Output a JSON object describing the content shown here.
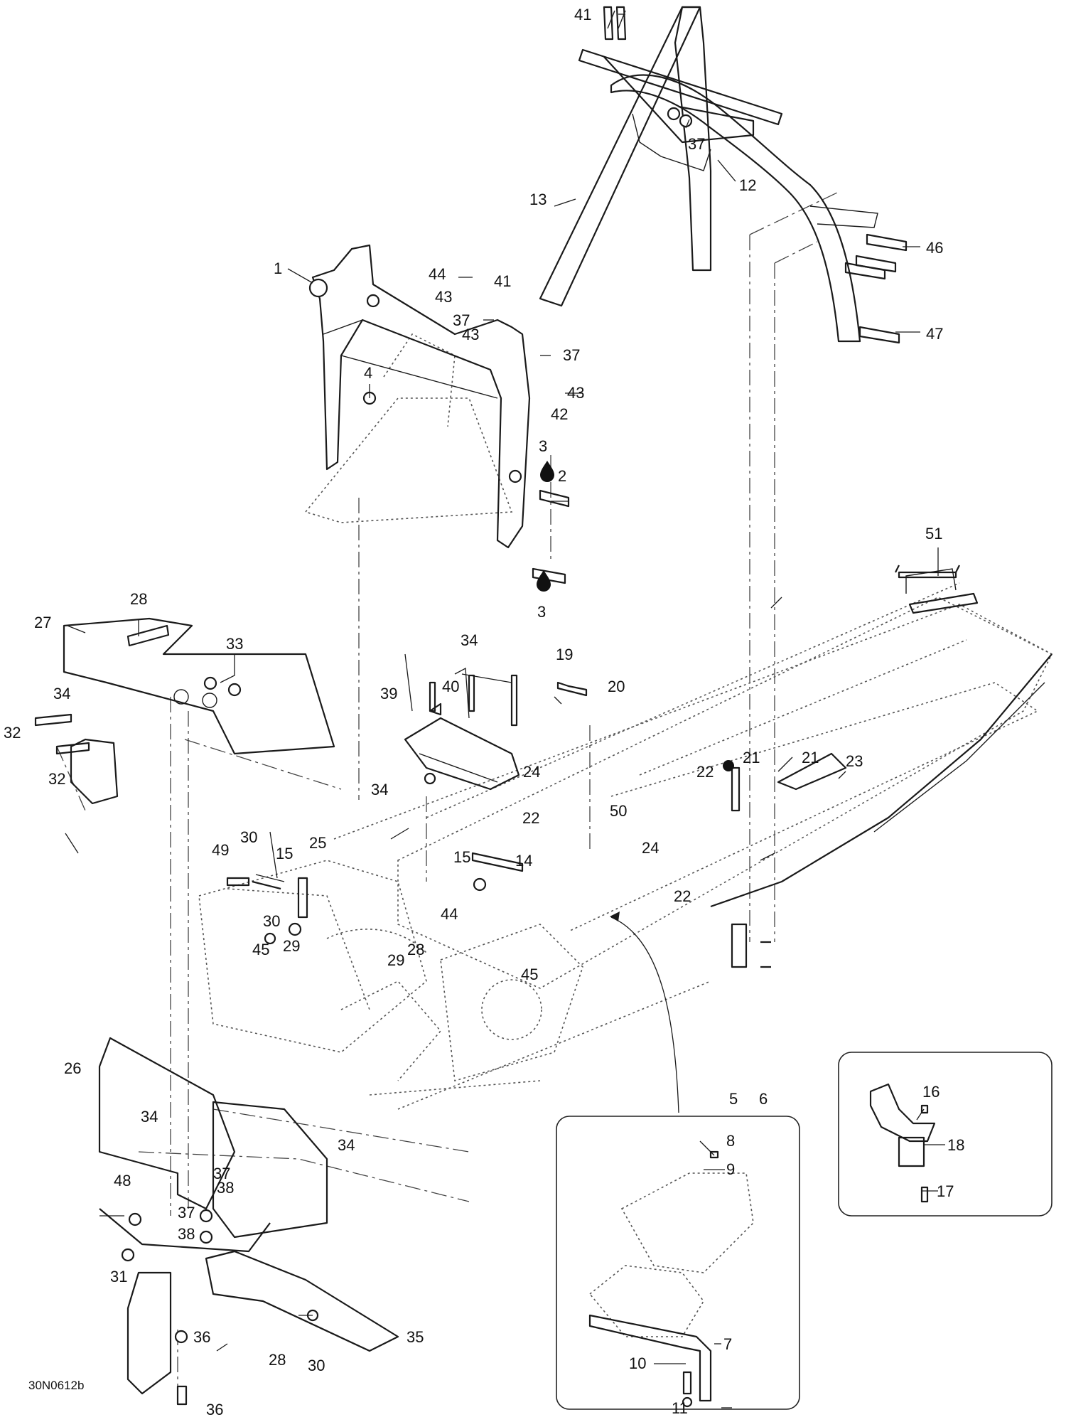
{
  "drawing": {
    "reference_code": "30N0612b"
  },
  "callouts": [
    "1",
    "2",
    "3",
    "3",
    "4",
    "5",
    "6",
    "7",
    "8",
    "9",
    "10",
    "11",
    "12",
    "13",
    "14",
    "15",
    "15",
    "16",
    "17",
    "18",
    "19",
    "20",
    "21",
    "21",
    "22",
    "22",
    "22",
    "23",
    "24",
    "24",
    "25",
    "26",
    "27",
    "28",
    "28",
    "28",
    "29",
    "29",
    "30",
    "30",
    "30",
    "31",
    "32",
    "32",
    "33",
    "34",
    "34",
    "34",
    "34",
    "34",
    "36",
    "36",
    "37",
    "37",
    "37",
    "37",
    "37",
    "38",
    "38",
    "39",
    "40",
    "41",
    "41",
    "42",
    "43",
    "43",
    "43",
    "44",
    "44",
    "45",
    "45",
    "46",
    "47",
    "48",
    "49",
    "50",
    "51",
    "35"
  ],
  "symbols": {
    "adhesive_drop": "adhesive-drop-icon",
    "grease_dot": "lubricant-dot-icon"
  }
}
